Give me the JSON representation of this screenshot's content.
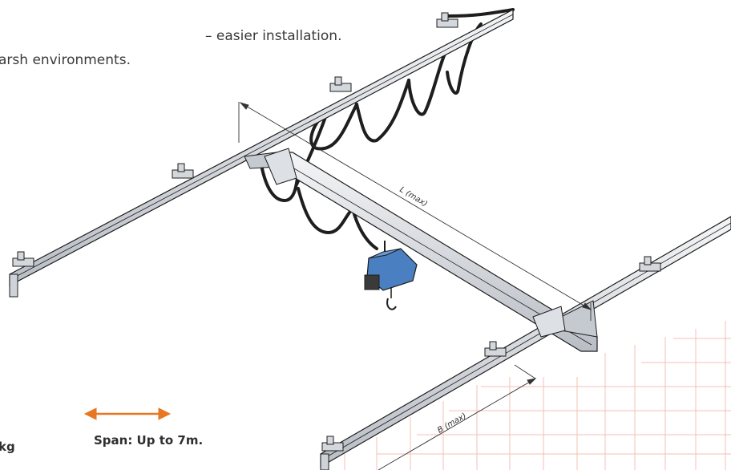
{
  "intro": {
    "line1": "– easier installation.",
    "line2": "arsh environments."
  },
  "specs": {
    "capacity_fragment": "kg",
    "span_text": "Span: Up to 7m."
  },
  "dimensions": {
    "length_label": "L (max)",
    "width_label": "B (max)"
  },
  "colors": {
    "accent": "#e87722",
    "grid": "#f2b7a8",
    "hoist_body": "#4a7fc1",
    "rail": "#d9dde2"
  },
  "icons": {
    "span_arrow": "double-arrow-icon"
  }
}
